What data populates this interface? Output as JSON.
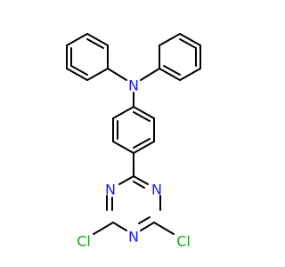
{
  "molecule": {
    "atoms": {
      "nitrogen_amine": {
        "symbol": "N",
        "color": "#1a1aff"
      },
      "nitrogen_triazine_left": {
        "symbol": "N",
        "color": "#1a1aff"
      },
      "nitrogen_triazine_right": {
        "symbol": "N",
        "color": "#1a1aff"
      },
      "nitrogen_triazine_bottom": {
        "symbol": "N",
        "color": "#1a1aff"
      },
      "chlorine_left": {
        "symbol": "Cl",
        "color": "#1fa01f"
      },
      "chlorine_right": {
        "symbol": "Cl",
        "color": "#1fa01f"
      }
    },
    "bond_color": "#000000"
  }
}
